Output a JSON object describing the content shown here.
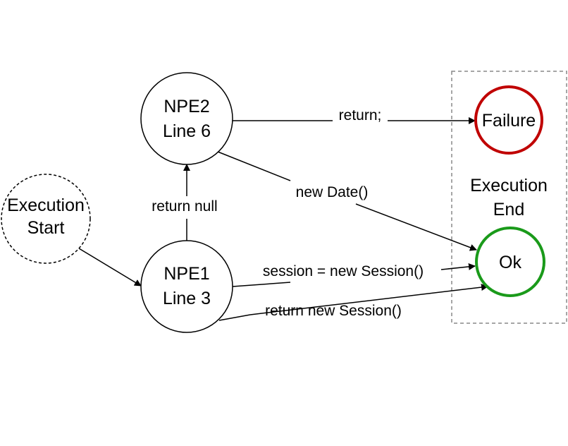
{
  "nodes": {
    "execution_start": {
      "line1": "Execution",
      "line2": "Start"
    },
    "npe2": {
      "line1": "NPE2",
      "line2": "Line 6"
    },
    "npe1": {
      "line1": "NPE1",
      "line2": "Line 3"
    },
    "failure": {
      "label": "Failure"
    },
    "ok": {
      "label": "Ok"
    }
  },
  "region": {
    "line1": "Execution",
    "line2": "End"
  },
  "edges": {
    "npe2_failure": "return;",
    "npe2_ok": "new Date()",
    "npe1_npe2": "return null",
    "npe1_ok_session": "session = new Session()",
    "npe1_ok_return": "return new Session()"
  },
  "colors": {
    "failure_stroke": "#c00000",
    "ok_stroke": "#1a9a1a",
    "line": "#000000",
    "region_border": "#888888"
  }
}
